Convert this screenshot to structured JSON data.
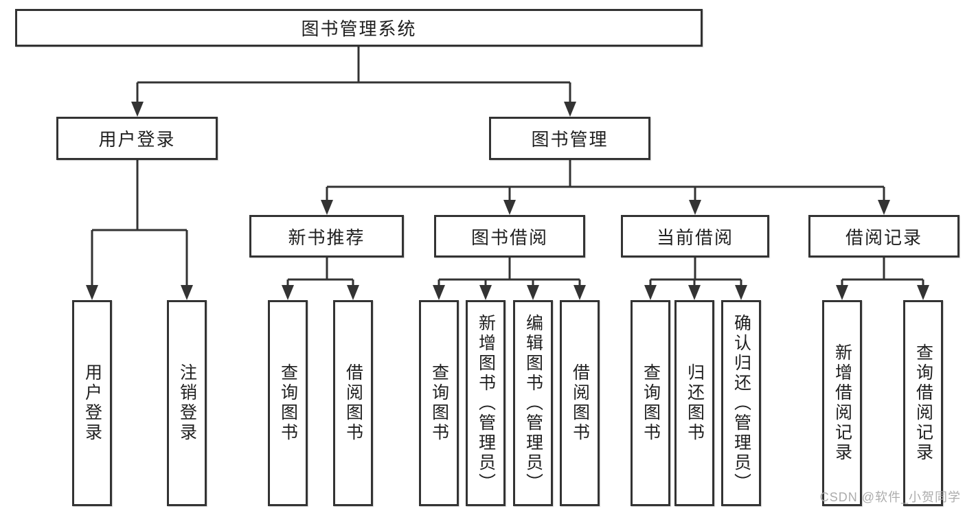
{
  "diagram": {
    "title": "图书管理系统",
    "watermark": "CSDN @软件_小贺同学",
    "line_color": "#333333",
    "nodes": {
      "root": {
        "label": "图书管理系统"
      },
      "userLogin": {
        "label": "用户登录"
      },
      "bookMgmt": {
        "label": "图书管理"
      },
      "newBookRec": {
        "label": "新书推荐"
      },
      "bookBorrow": {
        "label": "图书借阅"
      },
      "currentBorrow": {
        "label": "当前借阅"
      },
      "borrowRecord": {
        "label": "借阅记录"
      },
      "leafUserLogin": {
        "label": "用户登录"
      },
      "leafLogout": {
        "label": "注销登录"
      },
      "leafQueryBook1": {
        "label": "查询图书"
      },
      "leafBorrowBook1": {
        "label": "借阅图书"
      },
      "leafQueryBook2": {
        "label": "查询图书"
      },
      "leafAddBook": {
        "label": "新增图书（管理员）"
      },
      "leafEditBook": {
        "label": "编辑图书（管理员）"
      },
      "leafBorrowBook2": {
        "label": "借阅图书"
      },
      "leafQueryBook3": {
        "label": "查询图书"
      },
      "leafReturnBook": {
        "label": "归还图书"
      },
      "leafConfirmReturn": {
        "label": "确认归还（管理员）"
      },
      "leafAddRecord": {
        "label": "新增借阅记录"
      },
      "leafQueryRecord": {
        "label": "查询借阅记录"
      }
    }
  }
}
